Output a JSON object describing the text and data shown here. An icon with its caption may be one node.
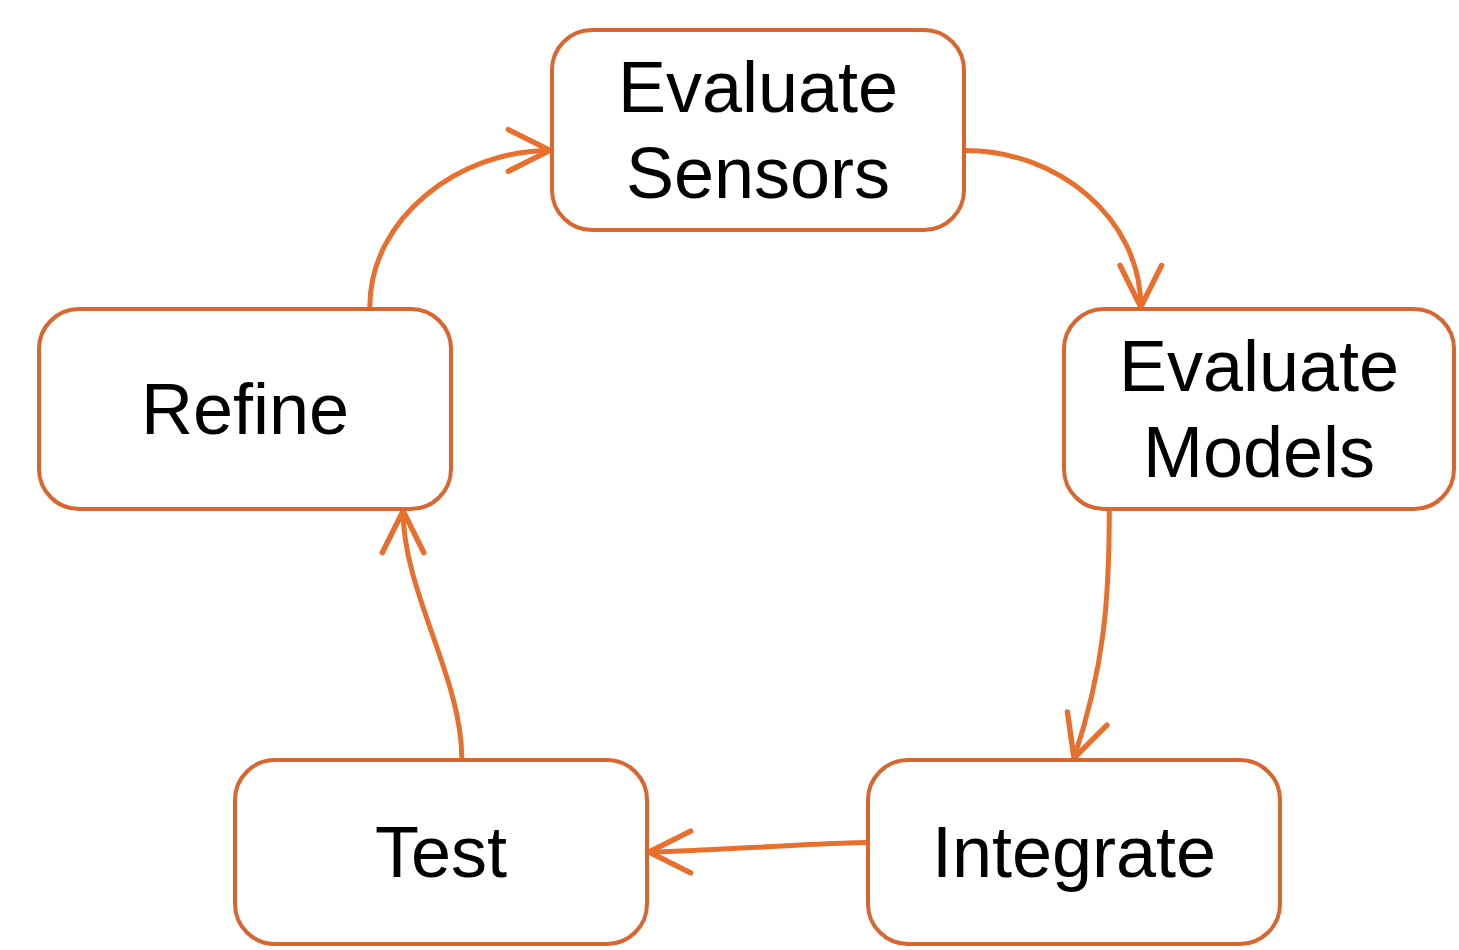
{
  "diagram": {
    "nodes": [
      {
        "text": [
          "Evaluate Sensors"
        ]
      },
      {
        "text": [
          "Evaluate Models"
        ]
      },
      {
        "text": [
          "Integrate"
        ]
      },
      {
        "text": [
          "Test"
        ]
      },
      {
        "text": [
          "Refine"
        ]
      }
    ],
    "edges": [
      {
        "from": 4,
        "to": 0,
        "arrow": "to"
      },
      {
        "from": 0,
        "to": 1,
        "arrow": "to"
      },
      {
        "from": 1,
        "to": 2,
        "arrow": "to"
      },
      {
        "from": 2,
        "to": 3,
        "arrow": "to"
      },
      {
        "from": 3,
        "to": 4,
        "arrow": "to"
      }
    ]
  }
}
